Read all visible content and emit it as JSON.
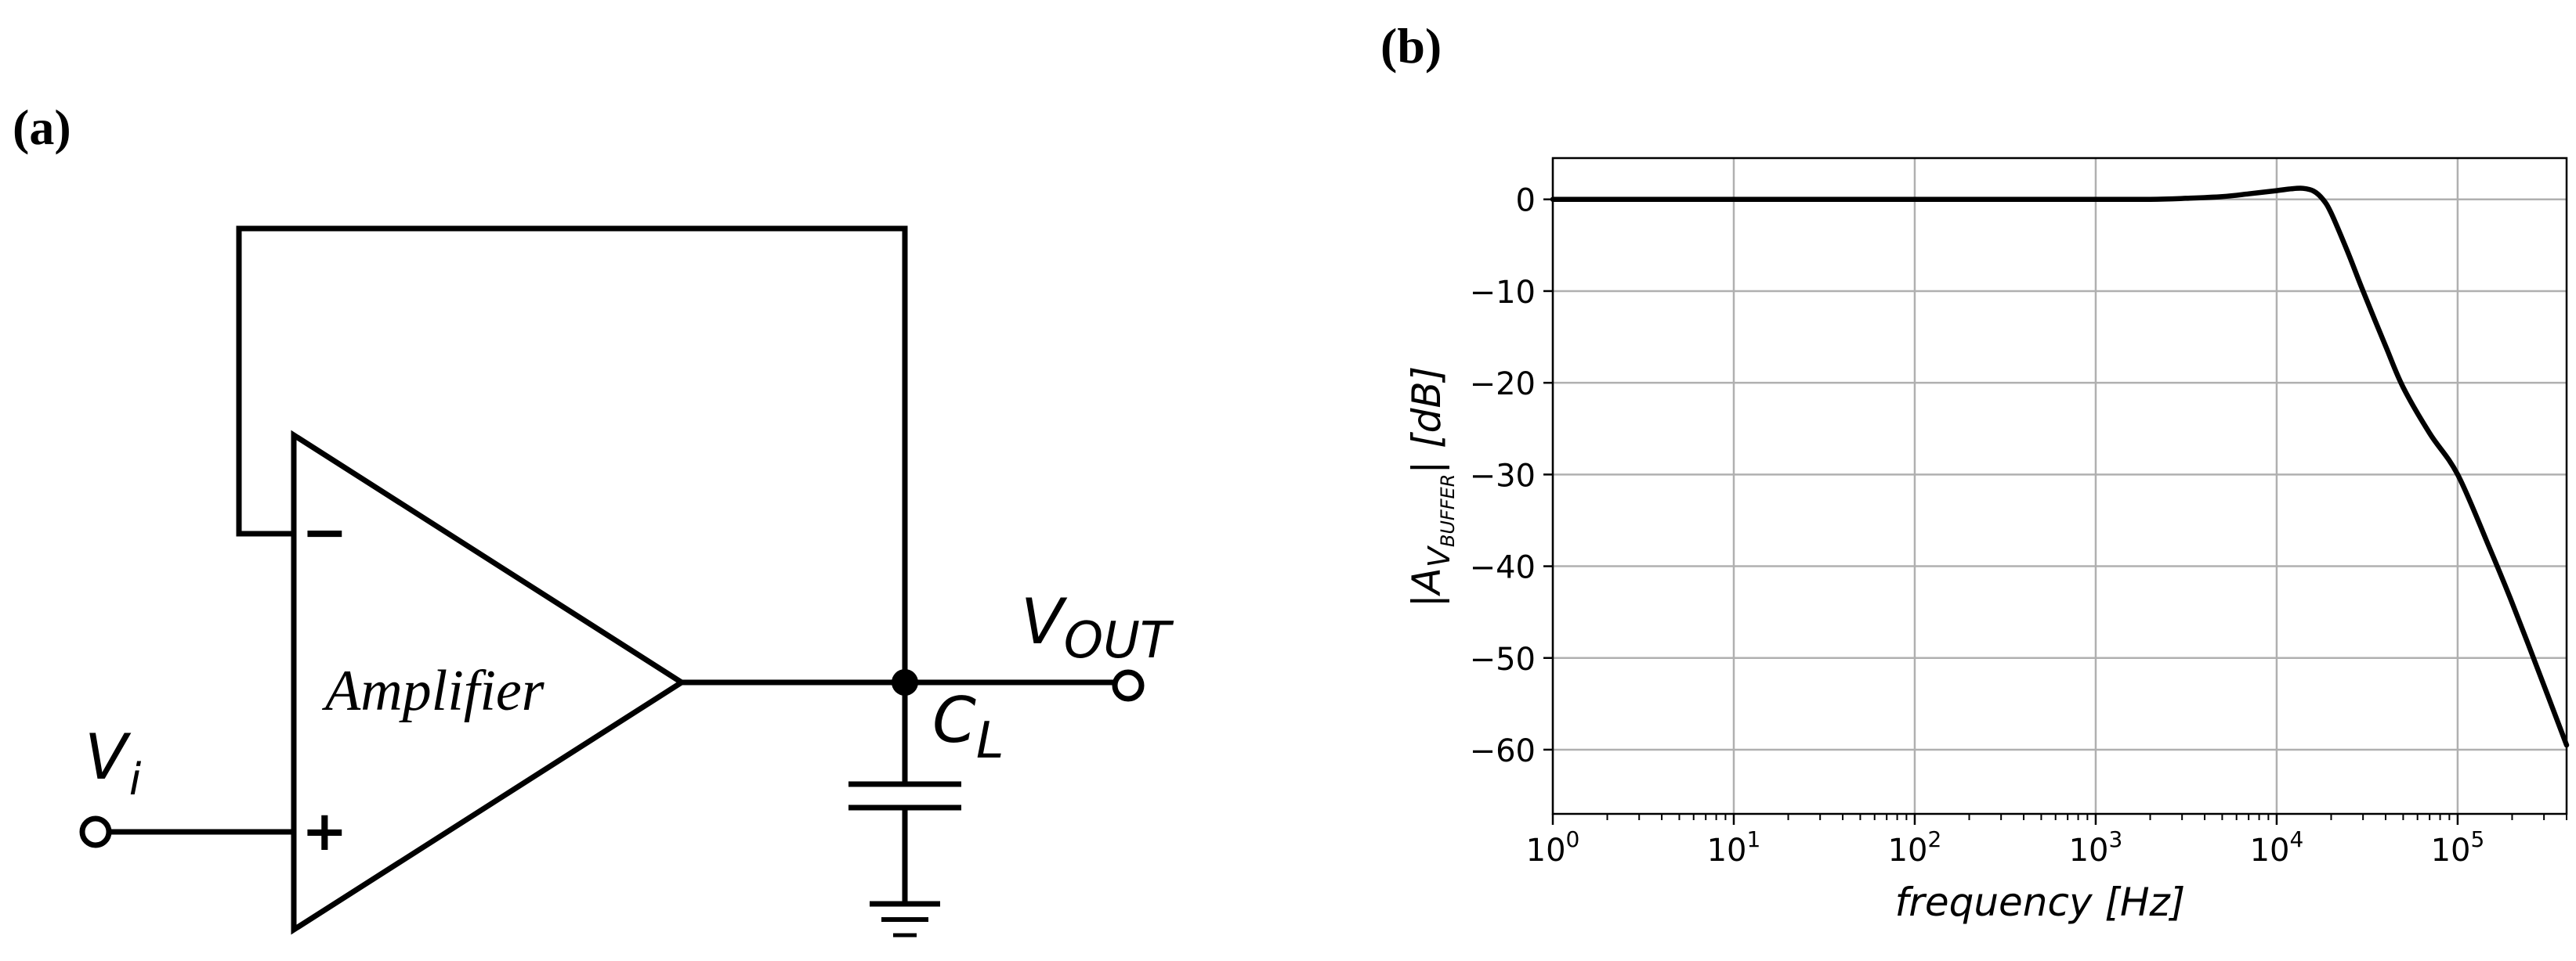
{
  "panel_a": {
    "label": "(a)",
    "amplifier_label": "Amplifier",
    "minus_sign": "−",
    "plus_sign": "+",
    "input_label": {
      "main": "V",
      "sub": "i"
    },
    "output_label": {
      "main": "V",
      "sub": "OUT"
    },
    "capacitor_label": {
      "main": "C",
      "sub": "L"
    }
  },
  "panel_b": {
    "label": "(b)"
  },
  "chart_data": {
    "type": "line",
    "xscale": "log",
    "xlim": [
      1,
      400000
    ],
    "ylim": [
      -67,
      4.5
    ],
    "grid": true,
    "xlabel": "frequency [Hz]",
    "ylabel": {
      "pre": "|A",
      "sub1": "V",
      "sub2": "BUFFER",
      "post": "| [dB]"
    },
    "x_ticks": [
      {
        "value": 1,
        "base": "10",
        "exp": "0"
      },
      {
        "value": 10,
        "base": "10",
        "exp": "1"
      },
      {
        "value": 100,
        "base": "10",
        "exp": "2"
      },
      {
        "value": 1000,
        "base": "10",
        "exp": "3"
      },
      {
        "value": 10000,
        "base": "10",
        "exp": "4"
      },
      {
        "value": 100000,
        "base": "10",
        "exp": "5"
      }
    ],
    "y_ticks": [
      {
        "value": 0,
        "label": "0"
      },
      {
        "value": -10,
        "label": "−10"
      },
      {
        "value": -20,
        "label": "−20"
      },
      {
        "value": -30,
        "label": "−30"
      },
      {
        "value": -40,
        "label": "−40"
      },
      {
        "value": -50,
        "label": "−50"
      },
      {
        "value": -60,
        "label": "−60"
      }
    ],
    "series": [
      {
        "line_color": "#000000",
        "x": [
          1,
          10,
          100,
          1000,
          2000,
          3000,
          5000,
          7000,
          10000,
          12000,
          14000,
          16000,
          18000,
          20000,
          25000,
          30000,
          40000,
          50000,
          70000,
          100000,
          150000,
          200000,
          300000,
          400000
        ],
        "y": [
          0,
          0,
          0,
          0,
          0,
          0.1,
          0.3,
          0.6,
          0.95,
          1.15,
          1.2,
          0.9,
          0,
          -1.5,
          -6,
          -10,
          -16,
          -20.5,
          -25.5,
          -30,
          -38,
          -44,
          -53,
          -59.5
        ]
      }
    ]
  }
}
